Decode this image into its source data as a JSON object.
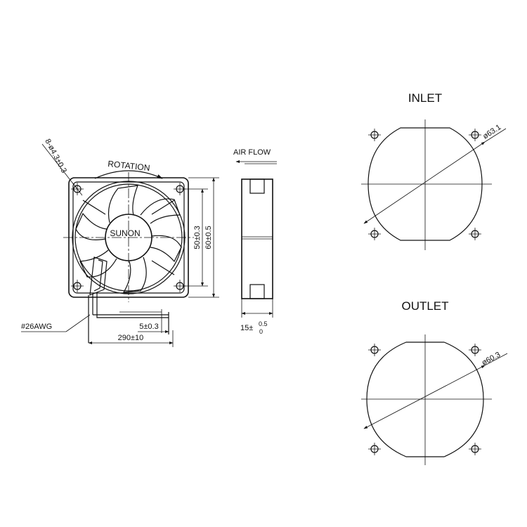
{
  "labels": {
    "rotation": "ROTATION",
    "air_flow": "AIR FLOW",
    "brand": "SUNON",
    "hole_spec": "8-ø4.3±0.3",
    "hole_spacing": "50±0.3",
    "frame_size": "60±0.5",
    "wire_gauge": "#26AWG",
    "strip_length": "5±0.3",
    "lead_length": "290±10",
    "thickness": "15±",
    "thickness_plus": "0.5",
    "thickness_minus": "0",
    "inlet_title": "INLET",
    "inlet_diameter": "ø63.1",
    "outlet_title": "OUTLET",
    "outlet_diameter": "ø60.3"
  }
}
